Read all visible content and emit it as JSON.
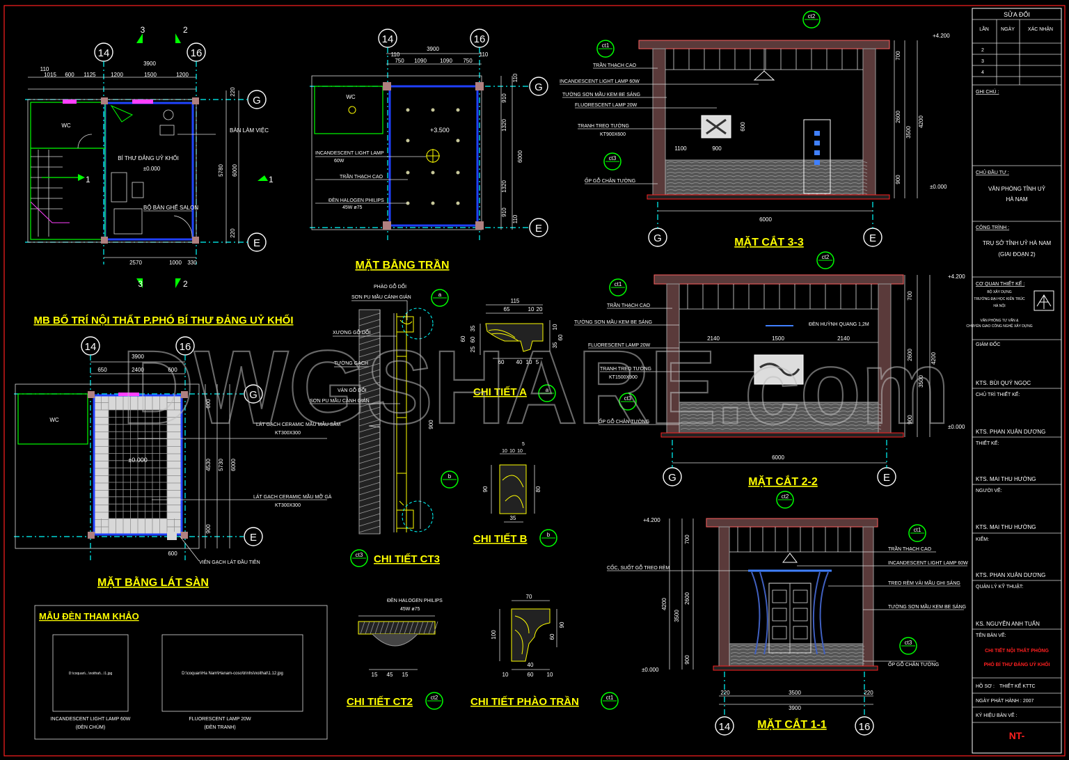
{
  "watermark": "DWGSHARE.com",
  "titles": {
    "plan_furniture": "MB BỐ TRÍ NỘI THẤT P.PHÓ BÍ THƯ ĐẢNG UỶ KHỐI",
    "plan_ceiling": "MẶT BẰNG TRẦN",
    "plan_floor": "MẶT BẰNG LÁT SÀN",
    "section_33": "MẶT CẮT 3-3",
    "section_22": "MẶT CẮT 2-2",
    "section_11": "MẶT CẮT 1-1",
    "detail_a": "CHI TIẾT A",
    "detail_b": "CHI TIẾT B",
    "detail_ct3": "CHI TIẾT CT3",
    "detail_ct2": "CHI TIẾT CT2",
    "detail_phao": "CHI TIẾT PHÀO TRẦN",
    "lamps": "MẪU ĐÈN THAM KHẢO"
  },
  "grid": {
    "c14": "14",
    "c16": "16",
    "rG": "G",
    "rE": "E",
    "s3": "3",
    "s2": "2",
    "s1": "1"
  },
  "tags": {
    "ct1": "ct1",
    "ct2": "ct2",
    "ct3": "ct3",
    "a": "a",
    "b": "b"
  },
  "plan1": {
    "dims_top": [
      "110",
      "1015",
      "600",
      "1125",
      "1200",
      "1500",
      "1200"
    ],
    "dim_total": "3900",
    "dims_bottom": [
      "2570",
      "1000",
      "330"
    ],
    "dims_right": [
      "220",
      "5780",
      "6000",
      "220"
    ],
    "wc": "WC",
    "room": "BÍ THƯ ĐẢNG UỶ KHỐI",
    "level": "±0.000",
    "desk": "BÀN LÀM VIỆC",
    "salon": "BỘ BÀN GHẾ SALON"
  },
  "plan2": {
    "dims_top": [
      "110",
      "750",
      "1090",
      "1090",
      "750",
      "110"
    ],
    "dim_total": "3900",
    "dims_right": [
      "110",
      "910",
      "1320",
      "1320",
      "910",
      "110"
    ],
    "dim_total_right": "6000",
    "wc": "WC",
    "level": "+3.500",
    "lamp_label_1": "INCANDESCENT LIGHT LAMP",
    "lamp_label_2": "60W",
    "ceiling": "TRẦN THẠCH CAO",
    "halogen_1": "ĐÈN HALOGEN PHILIPS",
    "halogen_2": "45W ø75"
  },
  "plan3": {
    "dims_top": [
      "650",
      "2400",
      "600"
    ],
    "dim_total": "3900",
    "dims_right": [
      "600",
      "4530",
      "5730",
      "6000",
      "900"
    ],
    "wc": "WC",
    "level": "±0.000",
    "tile1_1": "LÁT GẠCH CERAMIC MẦU MẪU SẪM",
    "tile1_2": "KT300X300",
    "tile2_1": "LÁT GẠCH CERAMIC MẦU MỠ GÀ",
    "tile2_2": "KT300X300",
    "first": "VIÊN GẠCH LÁT ĐẦU TIÊN",
    "dim_first": "600"
  },
  "ct3": {
    "l1": "PHÀO GỖ DỔI",
    "l2": "SƠN PU MẦU CÁNH GIÁN",
    "l3": "XƯƠNG GỖ DỔI",
    "l4": "TƯỜNG GẠCH",
    "l5": "VÁN GỖ DỔI",
    "l6": "SƠN PU MẦU CÁNH GIÁN",
    "dim": "900"
  },
  "detA": {
    "dims": [
      "115",
      "65",
      "10",
      "20",
      "60",
      "25",
      "35",
      "60",
      "10",
      "60",
      "40",
      "25",
      "35",
      "10",
      "5"
    ]
  },
  "detB": {
    "dims": [
      "10",
      "10",
      "10",
      "5",
      "90",
      "80",
      "35"
    ]
  },
  "detCT2": {
    "l1": "ĐÈN HALOGEN PHILIPS",
    "l2": "45W ø75",
    "dims": [
      "15",
      "45",
      "15"
    ]
  },
  "detPhao": {
    "dims": [
      "70",
      "100",
      "90",
      "60",
      "40",
      "10",
      "60",
      "10"
    ]
  },
  "s33": {
    "ceiling": "TRẦN THẠCH CAO",
    "lamp": "INCANDESCENT LIGHT LAMP 60W",
    "wall": "TƯỜNG SƠN MẦU KEM BE SÁNG",
    "fluor": "FLUORESCENT LAMP 20W",
    "pic1": "TRANH TREO TƯỜNG",
    "pic2": "KT900X600",
    "skirt": "ỐP GỖ CHÂN TƯỜNG",
    "dims_right": [
      "700",
      "2600",
      "3500",
      "4200",
      "900"
    ],
    "top_level": "+4.200",
    "floor_level": "±0.000",
    "dims_pic": [
      "1100",
      "900",
      "600"
    ],
    "dim_bottom": "6000"
  },
  "s22": {
    "ceiling": "TRẦN THẠCH CAO",
    "wall": "TƯỜNG SƠN MẦU KEM BE SÁNG",
    "fluor": "FLUORESCENT LAMP 20W",
    "pic1": "TRANH TREO TƯỜNG",
    "pic2": "KT1500X900",
    "skirt": "ỐP GỖ CHÂN TƯỜNG",
    "tube": "ĐÈN HUỲNH QUANG 1,2M",
    "dims_top": [
      "2140",
      "1500",
      "2140"
    ],
    "dims_right": [
      "700",
      "2600",
      "3500",
      "4200",
      "900"
    ],
    "top_level": "+4.200",
    "floor_level": "±0.000",
    "dim_bottom": "6000"
  },
  "s11": {
    "rod": "CỐC, SUỐT GỖ TREO RÈM",
    "ceiling": "TRẦN THẠCH CAO",
    "lamp": "INCANDESCENT LIGHT LAMP 60W",
    "curtain": "TREO RÈM VẢI MẦU GHI SÁNG",
    "wall": "TƯỜNG SƠN MẦU KEM BE SÁNG",
    "skirt": "ỐP GỖ CHÂN TƯỜNG",
    "dims_left": [
      "700",
      "4200",
      "3500",
      "2600",
      "900"
    ],
    "top_level": "+4.200",
    "floor_level": "±0.000",
    "dims_bottom": [
      "220",
      "3500",
      "220"
    ],
    "dim_total": "3900"
  },
  "lamps": {
    "path1": "D:\\coquan\\...\\noithat\\...\\1.jpg",
    "path2": "D:\\coquan\\Ha Nam\\Hanam-coso\\trinhs\\noithat\\1.12.jpg",
    "cap1_1": "INCANDESCENT LIGHT LAMP 60W",
    "cap1_2": "(ĐÈN CHÙM)",
    "cap2_1": "FLUORESCENT LAMP 20W",
    "cap2_2": "(ĐÈN TRANH)"
  },
  "titleblock": {
    "revision": "SỬA ĐỔI",
    "col_lan": "LẦN",
    "col_ngay": "NGÀY",
    "col_xacnhan": "XÁC NHẬN",
    "rows": [
      "2",
      "3",
      "4"
    ],
    "ghichu": "GHI CHÚ :",
    "chudautu_label": "CHỦ ĐẦU TƯ :",
    "chudautu_1": "VĂN PHÒNG TỈNH UỶ",
    "chudautu_2": "HÀ NAM",
    "congtrinh_label": "CÔNG TRÌNH :",
    "congtrinh_1": "TRỤ SỞ TỈNH UỶ HÀ NAM",
    "congtrinh_2": "(GIAI ĐOẠN 2)",
    "coquan_label": "CƠ QUAN THIẾT KẾ :",
    "coquan_1": "BỘ XÂY DỰNG",
    "coquan_2": "TRƯỜNG ĐẠI HỌC KIẾN TRÚC",
    "coquan_3": "HÀ NỘI",
    "coquan_4": "VĂN PHÒNG TƯ VẤN &",
    "coquan_5": "CHUYỂN GIAO CÔNG NGHỆ XÂY DỰNG",
    "giamdoc_label": "GIÁM ĐỐC",
    "giamdoc": "KTS.   BÙI QUÝ NGỌC",
    "chutri_label": "CHỦ TRÌ THIẾT KẾ:",
    "chutri": "KTS.   PHAN XUÂN DƯƠNG",
    "thietke_label": "THIẾT KẾ:",
    "thietke": "KTS.   MAI THU HƯỜNG",
    "nguoive_label": "NGƯỜI VẼ:",
    "nguoive": "KTS.   MAI THU HƯỜNG",
    "kiem_label": "KIỂM:",
    "kiem": "KTS.   PHAN XUÂN DƯƠNG",
    "qlkt_label": "QUẢN LÝ KỸ THUẬT:",
    "qlkt": "KS.   NGUYỄN ANH TUẤN",
    "tenbanve_label": "TÊN BẢN VẼ:",
    "tenbanve_1": "CHI TIẾT NỘI THẤT PHÒNG",
    "tenbanve_2": "PHÓ BÍ THƯ ĐẢNG UỶ KHỐI",
    "hoso_label": "HỒ SƠ :",
    "hoso": "THIẾT KẾ KTTC",
    "ngay": "NGÀY PHÁT HÀNH : 2007",
    "kyhieu_label": "KÝ HIỆU BẢN VẼ :",
    "kyhieu": "NT-"
  }
}
